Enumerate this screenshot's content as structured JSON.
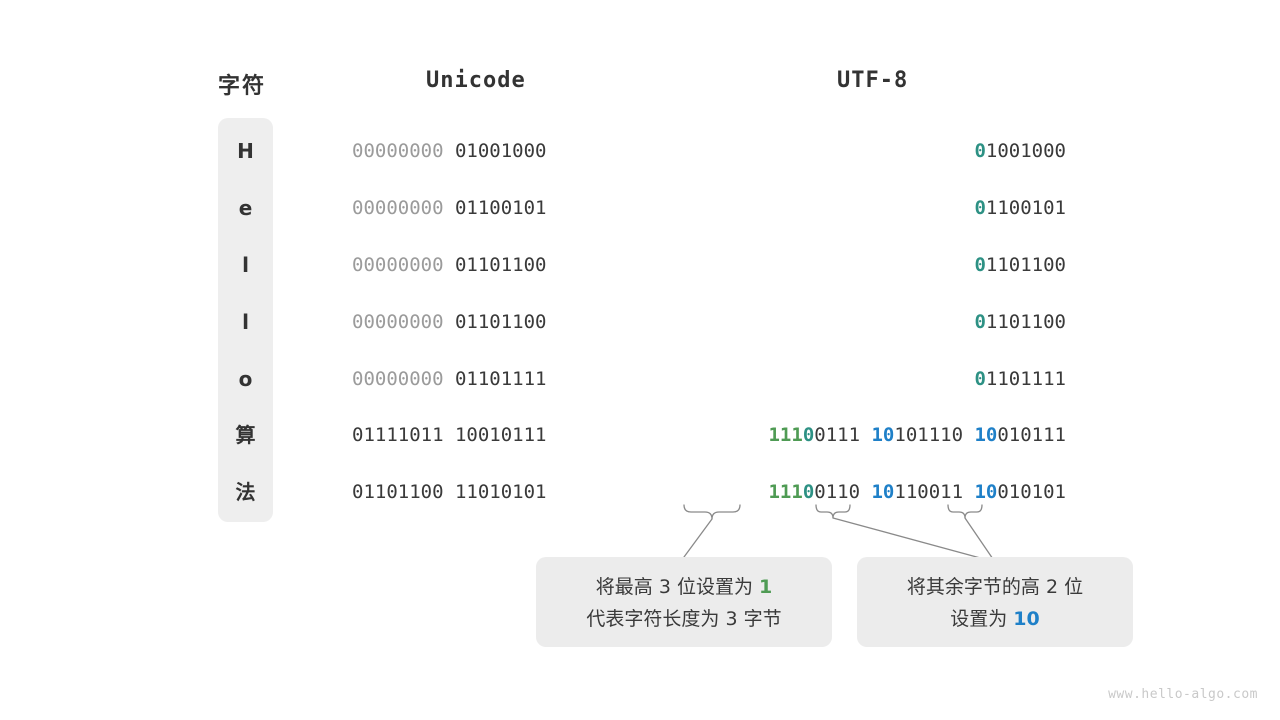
{
  "headers": {
    "char": "字符",
    "unicode": "Unicode",
    "utf8": "UTF-8"
  },
  "rows": [
    {
      "char": "H",
      "unicode_high": "00000000",
      "unicode_low": "01001000",
      "utf8_lead_marker": "0",
      "utf8_lead_rest": "1001000",
      "utf8_cont": []
    },
    {
      "char": "e",
      "unicode_high": "00000000",
      "unicode_low": "01100101",
      "utf8_lead_marker": "0",
      "utf8_lead_rest": "1100101",
      "utf8_cont": []
    },
    {
      "char": "l",
      "unicode_high": "00000000",
      "unicode_low": "01101100",
      "utf8_lead_marker": "0",
      "utf8_lead_rest": "1101100",
      "utf8_cont": []
    },
    {
      "char": "l",
      "unicode_high": "00000000",
      "unicode_low": "01101100",
      "utf8_lead_marker": "0",
      "utf8_lead_rest": "1101100",
      "utf8_cont": []
    },
    {
      "char": "o",
      "unicode_high": "00000000",
      "unicode_low": "01101111",
      "utf8_lead_marker": "0",
      "utf8_lead_rest": "1101111",
      "utf8_cont": []
    },
    {
      "char": "算",
      "unicode_high": "01111011",
      "unicode_low": "10010111",
      "utf8_len_prefix": "111",
      "utf8_lead_marker": "0",
      "utf8_lead_rest": "0111",
      "utf8_cont": [
        {
          "marker": "10",
          "rest": "101110"
        },
        {
          "marker": "10",
          "rest": "010111"
        }
      ]
    },
    {
      "char": "法",
      "unicode_high": "01101100",
      "unicode_low": "11010101",
      "utf8_len_prefix": "111",
      "utf8_lead_marker": "0",
      "utf8_lead_rest": "0110",
      "utf8_cont": [
        {
          "marker": "10",
          "rest": "110011"
        },
        {
          "marker": "10",
          "rest": "010101"
        }
      ]
    }
  ],
  "callouts": {
    "left": {
      "line1_a": "将最高 ",
      "line1_n": "3",
      "line1_b": " 位设置为 ",
      "line1_hl": "1",
      "line2": "代表字符长度为 3 字节"
    },
    "right": {
      "line1": "将其余字节的高 2 位",
      "line2_a": "设置为 ",
      "line2_hl": "10"
    }
  },
  "colors": {
    "lead_marker": "#2d9184",
    "len_prefix": "#4f9b54",
    "cont_marker": "#1f80c8",
    "dim_byte": "#9b9b9b",
    "text": "#3a3a3a",
    "capsule": "#eeeeee",
    "callout_bg": "#ececec"
  },
  "watermark": "www.hello-algo.com"
}
